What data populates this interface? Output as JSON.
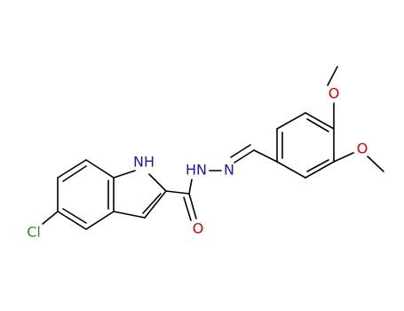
{
  "diagram": {
    "labels": {
      "chlorine": "Cl",
      "indole_nh": "NH",
      "hydrazide_nh": "HN",
      "imine_n": "N",
      "carbonyl_o": "O",
      "methoxy_o_upper": "O",
      "methoxy_o_lower": "O"
    }
  },
  "colors": {
    "bond": "#000000",
    "nitrogen": "#1a1aa6",
    "oxygen": "#d40000",
    "chlorine": "#2d8a2d"
  }
}
